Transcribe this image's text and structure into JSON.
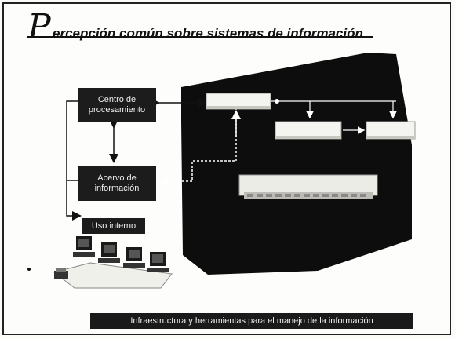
{
  "title": {
    "cap_letter": "P",
    "rest": "ercepción común sobre sistemas de información"
  },
  "nodes": {
    "procesamiento": "Centro de procesamiento",
    "acervo": "Acervo de información",
    "uso_interno": "Uso interno"
  },
  "footer_label": "Infraestructura y herramientas para el manejo de la información",
  "colors": {
    "dark_panel": "#0d0d0d",
    "box_fill": "#1c1c1c",
    "box_text": "#eeeeee",
    "background": "#fdfdfb"
  },
  "icons": [
    "computer-icon",
    "computer-icon",
    "computer-icon",
    "computer-icon",
    "printer-icon"
  ]
}
